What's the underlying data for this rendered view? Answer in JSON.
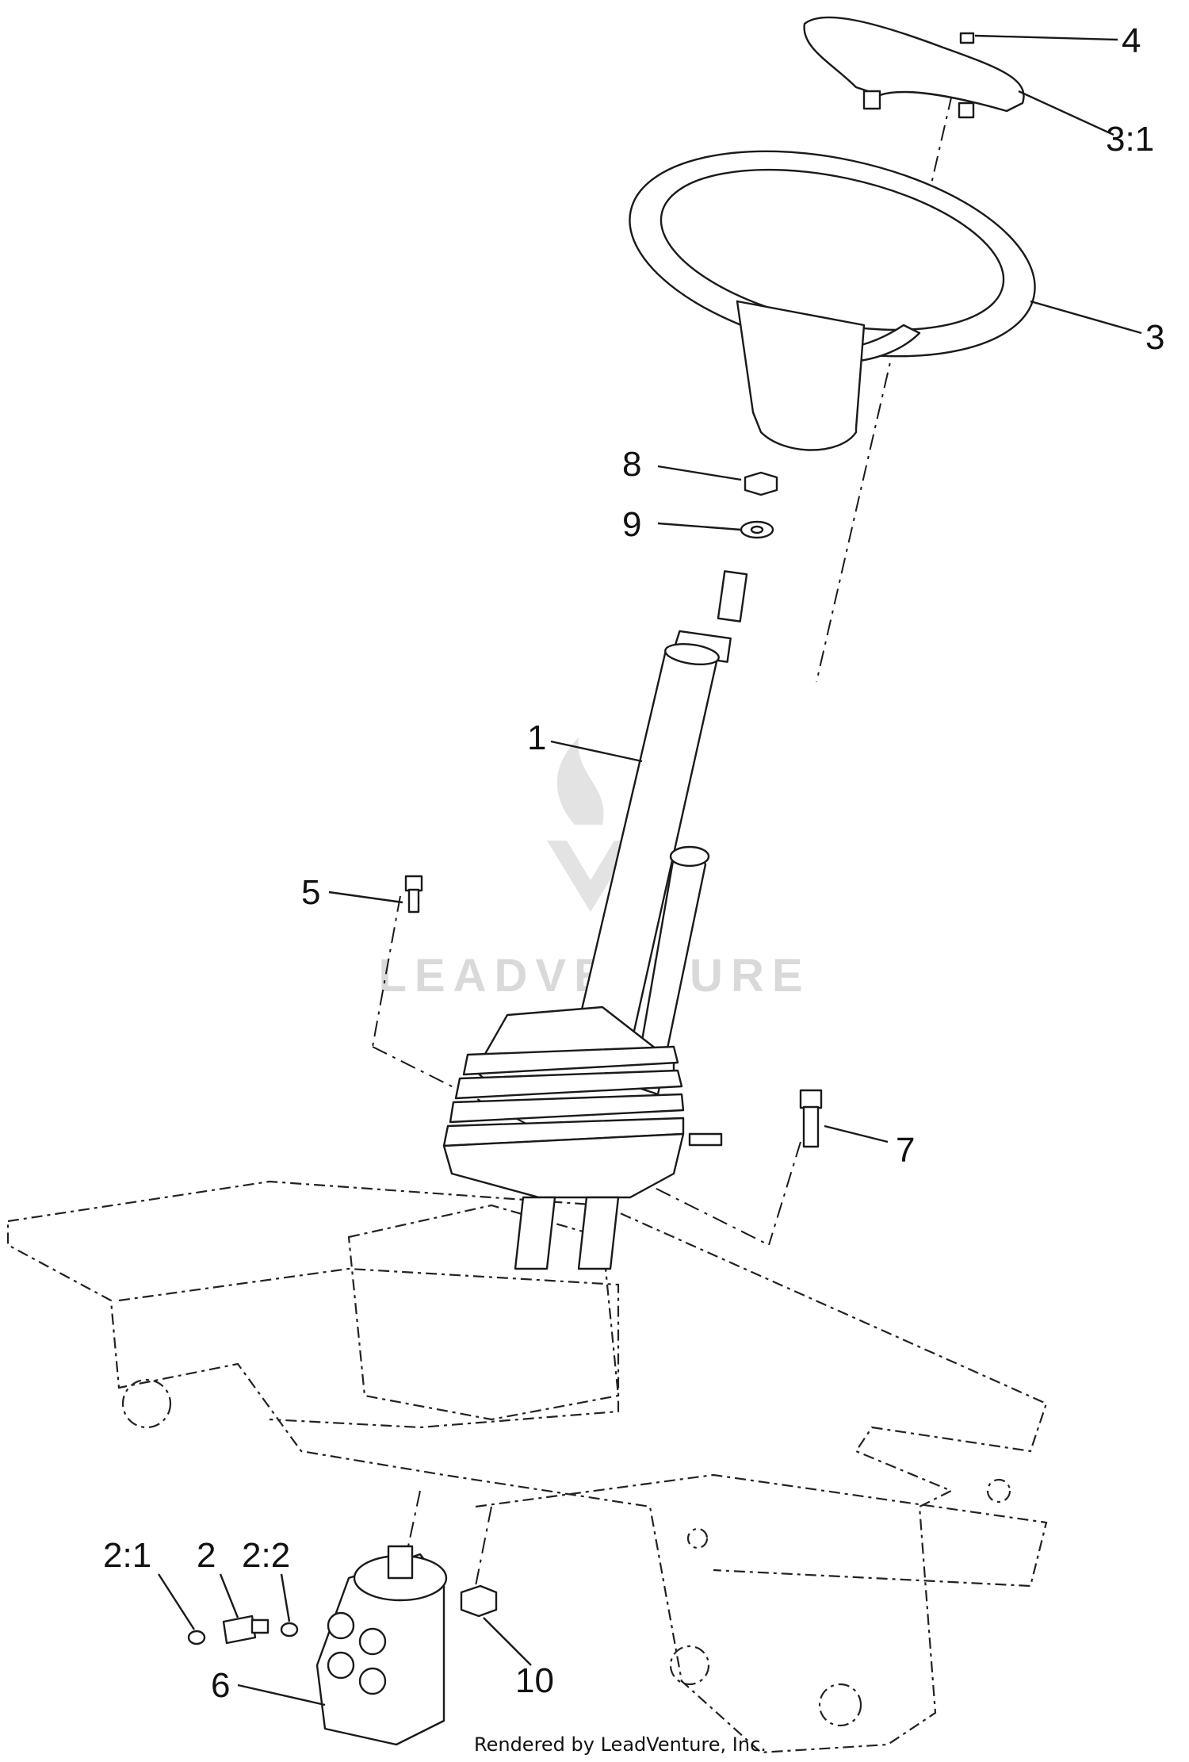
{
  "callouts": {
    "c4": "4",
    "c3_1": "3:1",
    "c3": "3",
    "c8": "8",
    "c9": "9",
    "c1": "1",
    "c5": "5",
    "c7": "7",
    "c2_1": "2:1",
    "c2": "2",
    "c2_2": "2:2",
    "c6": "6",
    "c10": "10"
  },
  "watermark": "LEADVENTURE",
  "footer": "Rendered by LeadVenture, Inc."
}
